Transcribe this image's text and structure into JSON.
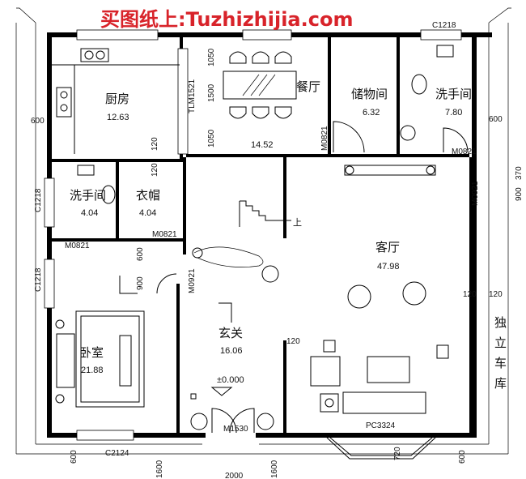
{
  "watermark": "买图纸上:Tuzhizhijia.com",
  "rooms": {
    "kitchen": {
      "name": "厨房",
      "area": "12.63"
    },
    "dining": {
      "name": "餐厅",
      "area": "14.52"
    },
    "storage": {
      "name": "储物间",
      "area": "6.32"
    },
    "bath_upper": {
      "name": "洗手间",
      "area": "7.80"
    },
    "bath_lower": {
      "name": "洗手间",
      "area": "4.04"
    },
    "closet": {
      "name": "衣帽",
      "area": "4.04"
    },
    "living": {
      "name": "客厅",
      "area": "47.98"
    },
    "foyer": {
      "name": "玄关",
      "area": "16.06"
    },
    "bedroom": {
      "name": "卧室",
      "area": "21.88"
    },
    "garage": {
      "name": "独立车库"
    }
  },
  "labels": {
    "elevation": "±0.000",
    "stair_up": "上",
    "door_entry": "M1530",
    "door_m0821_bath": "M0821",
    "door_m0821_closet": "M0821",
    "door_m0821_storage": "M0821",
    "door_m0821_bath2": "M0821",
    "door_m0921_foyer": "M0921",
    "door_m0921_right": "M0921",
    "window_c1218_left_top": "C1218",
    "window_c1218_left_bottom": "C1218",
    "window_c1218_top": "C1218",
    "window_tlm1521": "TLM1521",
    "window_c2124": "C2124",
    "window_pc3324": "PC3324"
  },
  "dimensions": {
    "d600_left": "600",
    "d600_right": "600",
    "d600_bl": "600",
    "d600_br": "600",
    "d600_foyer": "600",
    "d370": "370",
    "d900_right": "900",
    "d900_left": "900",
    "d120_kitchen": "120",
    "d120_bath": "120",
    "d120_living_a": "120",
    "d120_living_b": "120",
    "d120_foyer": "120",
    "d1050_top": "1050",
    "d1500": "1500",
    "d1050_bottom": "1050",
    "d720": "720",
    "d1600_left": "1600",
    "d1600_right": "1600",
    "d2000": "2000"
  }
}
